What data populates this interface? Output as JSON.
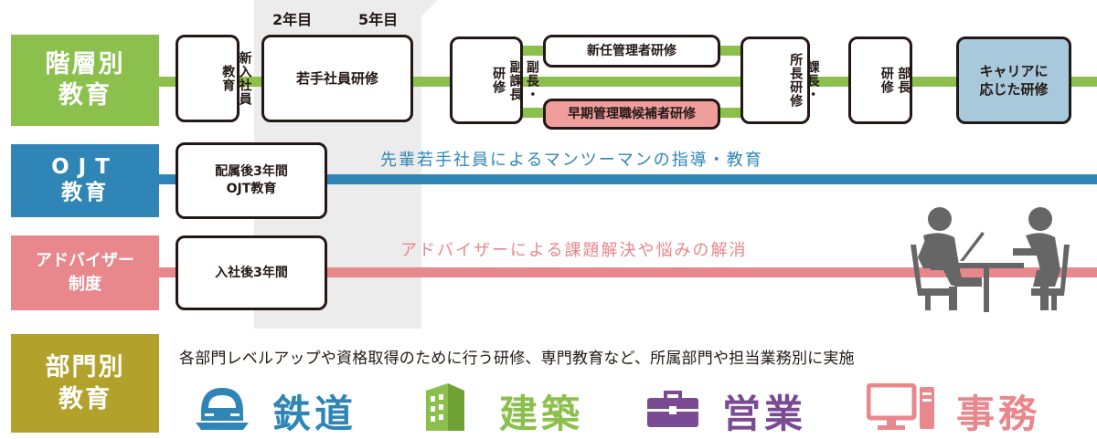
{
  "years": {
    "y2": "2年目",
    "y5": "5年目"
  },
  "categories": {
    "kaisou": {
      "line1": "階層別",
      "line2": "教育"
    },
    "ojt": {
      "line1": "OJT",
      "line2": "教育"
    },
    "advisor": {
      "line1": "アドバイザー",
      "line2": "制度"
    },
    "bumon": {
      "line1": "部門別",
      "line2": "教育"
    }
  },
  "kaisou_boxes": {
    "new_hire": {
      "col1": "新入社員",
      "col2": "教育"
    },
    "young": "若手社員研修",
    "deputy": {
      "col1": "副長・",
      "col2": "副課長",
      "col3": "研修"
    },
    "new_manager": "新任管理者研修",
    "early": "早期管理職候補者研修",
    "section": {
      "col1": "課長・",
      "col2": "所長研修"
    },
    "dept": {
      "col1": "部長",
      "col2": "研修"
    },
    "career": {
      "line1": "キャリアに",
      "line2": "応じた研修"
    }
  },
  "ojt": {
    "box_line1": "配属後3年間",
    "box_line2": "OJT教育",
    "tagline": "先輩若手社員によるマンツーマンの指導・教育"
  },
  "advisor": {
    "box": "入社後3年間",
    "tagline": "アドバイザーによる課題解決や悩みの解消"
  },
  "bumon": {
    "description": "各部門レベルアップや資格取得のために行う研修、専門教育など、所属部門や担当業務別に実施",
    "depts": [
      {
        "icon": "train-icon",
        "label": "鉄道",
        "color": "#2f86b6"
      },
      {
        "icon": "building-icon",
        "label": "建築",
        "color": "#8cc04d"
      },
      {
        "icon": "briefcase-icon",
        "label": "営業",
        "color": "#7a4b92"
      },
      {
        "icon": "computer-icon",
        "label": "事務",
        "color": "#e8878c"
      }
    ]
  },
  "colors": {
    "green": "#8cc04d",
    "blue": "#2f86b6",
    "pink": "#e8878c",
    "olive": "#b2a22c",
    "career": "#a8c9dc",
    "early": "#ef9e9c",
    "grey": "#666666"
  }
}
